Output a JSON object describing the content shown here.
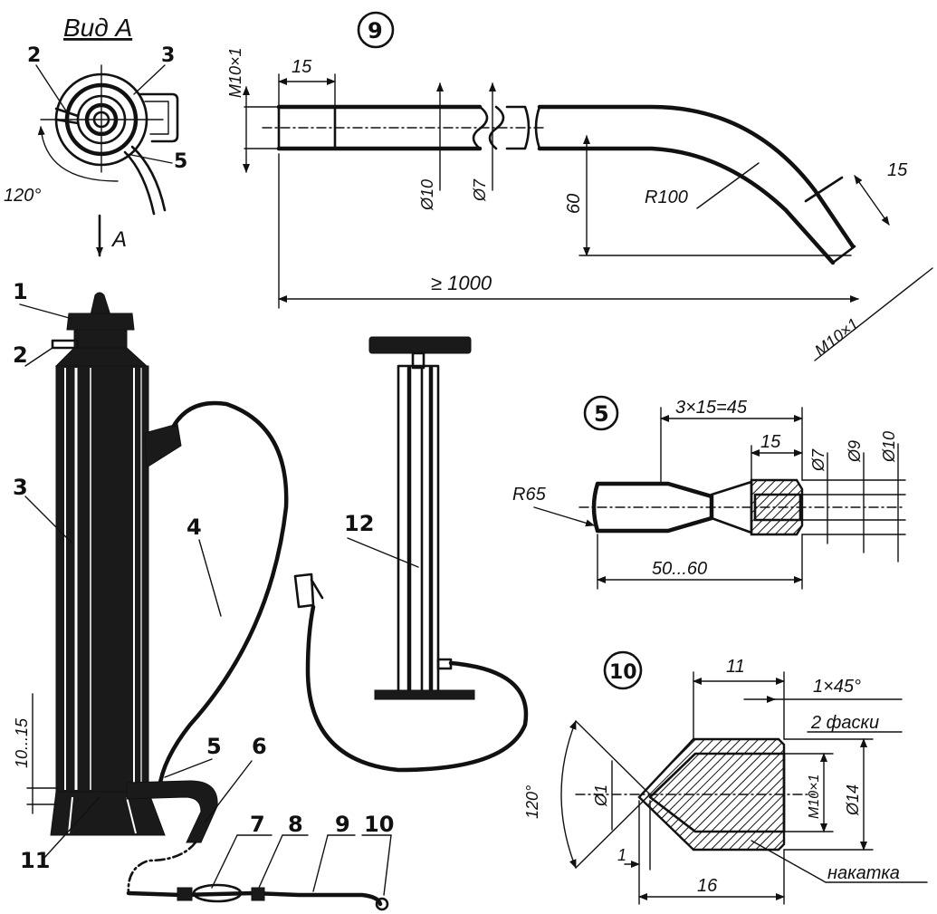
{
  "view": {
    "title": "Вид А",
    "arrow_label": "А",
    "angle": "120°"
  },
  "callouts": [
    "1",
    "2",
    "3",
    "4",
    "5",
    "6",
    "7",
    "8",
    "9",
    "10",
    "11",
    "12"
  ],
  "height_dim": "10...15",
  "detail9": {
    "number": "9",
    "thread_left": "М10×1",
    "len_left": "15",
    "dia_outer": "Ø10",
    "dia_inner": "Ø7",
    "height": "60",
    "radius": "R100",
    "len_right": "15",
    "total": "≥ 1000",
    "thread_right": "М10×1"
  },
  "detail5": {
    "number": "5",
    "span": "3×15=45",
    "len": "15",
    "d7": "Ø7",
    "d9": "Ø9",
    "d10": "Ø10",
    "radius": "R65",
    "total": "50...60"
  },
  "detail10": {
    "number": "10",
    "len": "11",
    "chamfer": "1×45°",
    "chamfer_note": "2 фаски",
    "angle": "120°",
    "d1": "Ø1",
    "thread": "М10×1",
    "d14": "Ø14",
    "tip": "1",
    "total": "16",
    "knurl": "накатка"
  }
}
